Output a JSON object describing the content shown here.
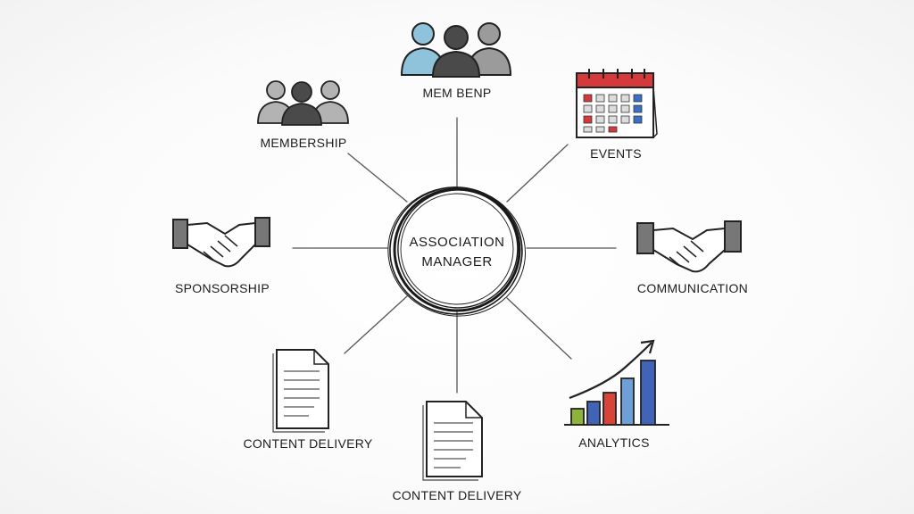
{
  "center": {
    "line1": "ASSOCIATION",
    "line2": "MANAGER"
  },
  "nodes": [
    {
      "id": "membership-top",
      "label": "MEM BENP",
      "icon": "group-people-icon"
    },
    {
      "id": "membership",
      "label": "MEMBERSHIP",
      "icon": "group-people-icon"
    },
    {
      "id": "events",
      "label": "EVENTS",
      "icon": "calendar-icon"
    },
    {
      "id": "sponsorship",
      "label": "SPONSORSHIP",
      "icon": "handshake-icon"
    },
    {
      "id": "communication",
      "label": "COMMUNICATION",
      "icon": "handshake-icon"
    },
    {
      "id": "content-left",
      "label": "CONTENT DELIVERY",
      "icon": "document-icon"
    },
    {
      "id": "content-bottom",
      "label": "CONTENT DELIVERY",
      "icon": "document-icon"
    },
    {
      "id": "analytics",
      "label": "ANALYTICS",
      "icon": "bar-chart-icon"
    }
  ],
  "colors": {
    "ink": "#222222",
    "person_blue": "#8fc3dc",
    "person_gray": "#9b9b9b",
    "person_dark": "#4a4a4a",
    "calendar_red": "#d43a3a",
    "calendar_blue": "#3a6fc4",
    "bar_green": "#8db33a",
    "bar_blue": "#3f64b8",
    "bar_red": "#d6443a",
    "bar_lightblue": "#6f9fd8"
  }
}
